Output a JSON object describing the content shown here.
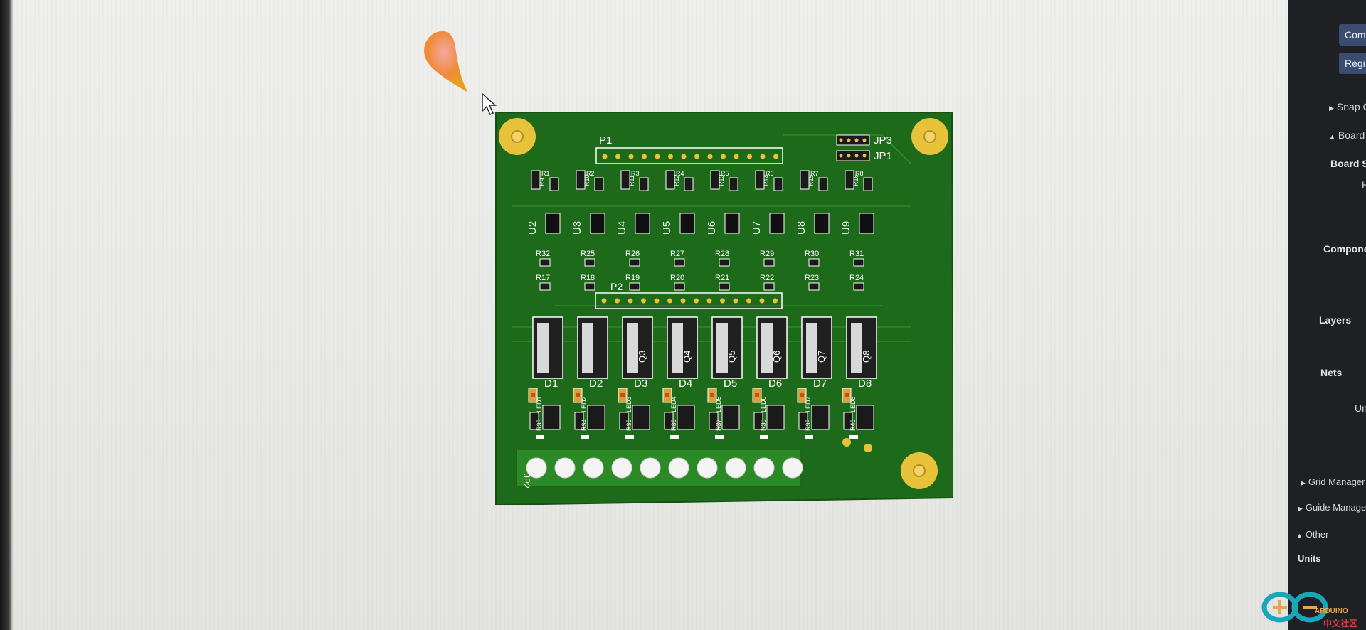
{
  "panel": {
    "buttons": [
      "Com",
      "Regi"
    ],
    "items": {
      "snap": "Snap C",
      "board": "Board",
      "board_size": "Board Si",
      "board_size_value": "H",
      "components": "Compone",
      "layers": "Layers",
      "nets": "Nets",
      "nets_value": "Unro",
      "grid_manager": "Grid Manager",
      "guide_manager": "Guide Manage",
      "other": "Other",
      "units": "Units"
    }
  },
  "pcb": {
    "headers": {
      "p1": "P1",
      "p2": "P2",
      "jp3": "JP3",
      "jp1": "JP1",
      "jp2": "JP2"
    },
    "resistors_top_a": [
      "R1",
      "R2",
      "R3",
      "R4",
      "R5",
      "R6",
      "R7",
      "R8"
    ],
    "resistors_top_b": [
      "R9",
      "R10",
      "R11",
      "R12",
      "R13",
      "R14",
      "R15",
      "R16"
    ],
    "optocouplers": [
      "U2",
      "U3",
      "U4",
      "U5",
      "U6",
      "U7",
      "U8",
      "U9"
    ],
    "resistors_mid_a": [
      "R32",
      "R25",
      "R26",
      "R27",
      "R28",
      "R29",
      "R30",
      "R31"
    ],
    "resistors_mid_b": [
      "R17",
      "R18",
      "R19",
      "R20",
      "R21",
      "R22",
      "R23",
      "R24"
    ],
    "transistors": [
      "",
      "",
      "Q3",
      "Q4",
      "Q5",
      "Q6",
      "Q7",
      "Q8"
    ],
    "diodes": [
      "D1",
      "D2",
      "D3",
      "D4",
      "D5",
      "D6",
      "D7",
      "D8"
    ],
    "leds": [
      "LED1",
      "LED2",
      "LED3",
      "LED4",
      "LED5",
      "LED6",
      "LED7",
      "LED8"
    ],
    "resistors_bot": [
      "R33",
      "R34",
      "R35",
      "R36",
      "R37",
      "R38",
      "R39",
      "R40"
    ]
  },
  "watermark": {
    "line1": "ARDUINO",
    "line2": "中文社区"
  },
  "colors": {
    "board": "#1d6b1a",
    "silkscreen": "#ffffff",
    "pad": "#e8c23a",
    "panel": "#1f2024"
  }
}
